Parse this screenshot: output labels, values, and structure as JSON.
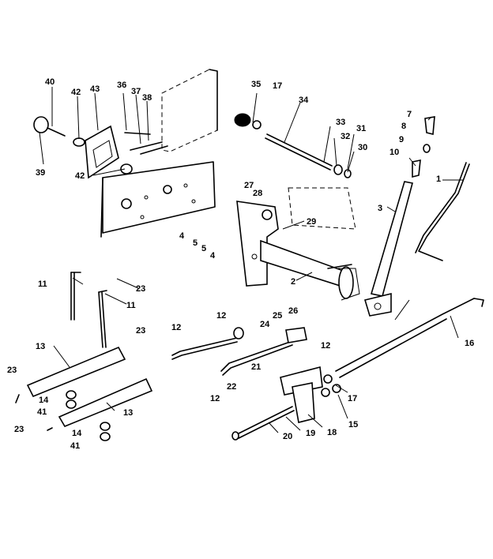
{
  "callouts": {
    "c1": "1",
    "c2": "2",
    "c3": "3",
    "c4a": "4",
    "c4b": "4",
    "c5a": "5",
    "c5b": "5",
    "c7": "7",
    "c8": "8",
    "c9": "9",
    "c10": "10",
    "c11a": "11",
    "c11b": "11",
    "c12a": "12",
    "c12b": "12",
    "c12c": "12",
    "c12d": "12",
    "c13a": "13",
    "c13b": "13",
    "c14a": "14",
    "c14b": "14",
    "c15": "15",
    "c16": "16",
    "c17a": "17",
    "c17b": "17",
    "c18": "18",
    "c19": "19",
    "c20": "20",
    "c21": "21",
    "c22": "22",
    "c23a": "23",
    "c23b": "23",
    "c23c": "23",
    "c23d": "23",
    "c24": "24",
    "c25": "25",
    "c26": "26",
    "c27": "27",
    "c28": "28",
    "c29": "29",
    "c30": "30",
    "c31": "31",
    "c32": "32",
    "c33": "33",
    "c34": "34",
    "c35": "35",
    "c36": "36",
    "c37": "37",
    "c38": "38",
    "c39": "39",
    "c40": "40",
    "c41a": "41",
    "c41b": "41",
    "c42a": "42",
    "c42b": "42",
    "c43": "43"
  }
}
